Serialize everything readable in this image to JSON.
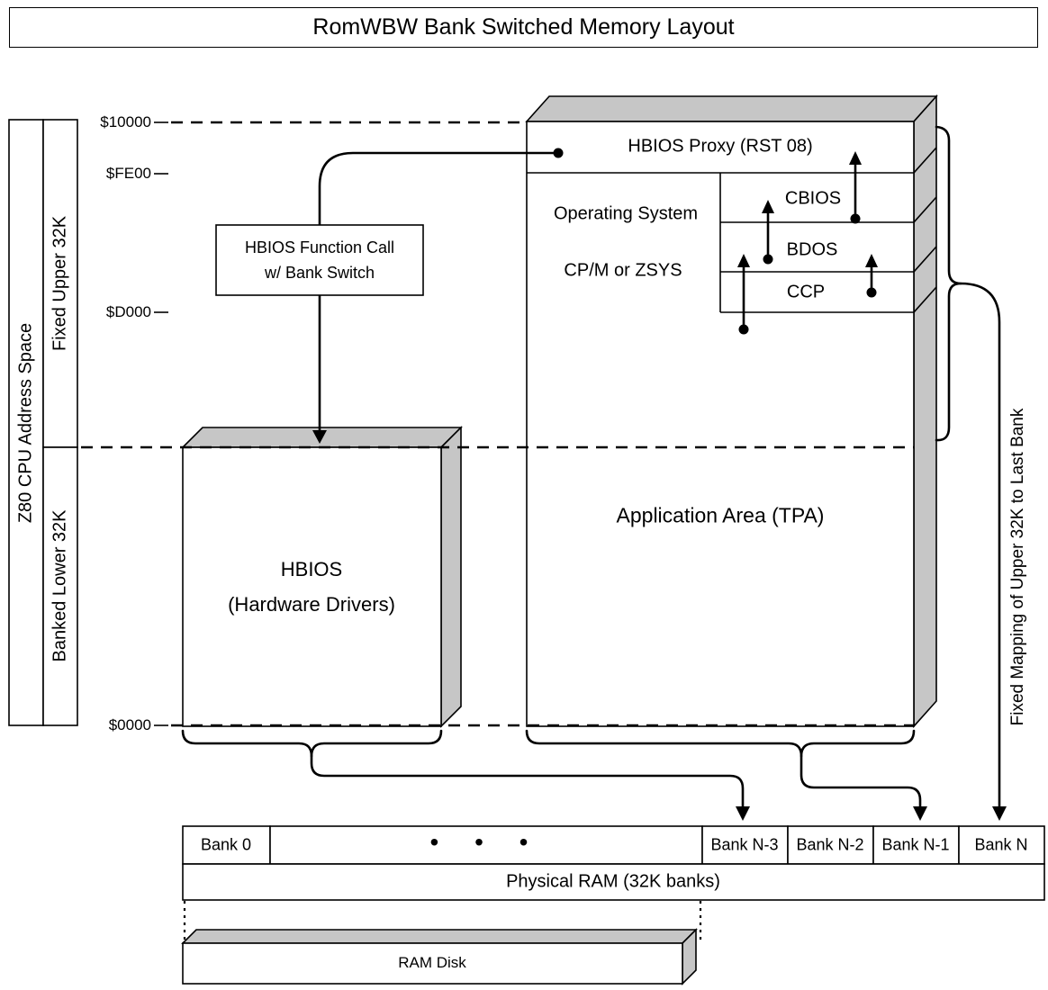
{
  "title": "RomWBW Bank Switched Memory Layout",
  "left_axis": {
    "space_label": "Z80 CPU Address Space",
    "upper_label": "Fixed Upper 32K",
    "lower_label": "Banked Lower 32K",
    "addresses": [
      "$10000",
      "$FE00",
      "$D000",
      "$0000"
    ]
  },
  "memory_map": {
    "proxy_label": "HBIOS Proxy (RST 08)",
    "os_label": "Operating System",
    "os_sublabel": "CP/M or ZSYS",
    "cbios_label": "CBIOS",
    "bdos_label": "BDOS",
    "ccp_label": "CCP",
    "tpa_label": "Application Area (TPA)"
  },
  "hbios_box": {
    "line1": "HBIOS",
    "line2": "(Hardware Drivers)"
  },
  "call_note": {
    "line1": "HBIOS Function Call",
    "line2": "w/ Bank Switch"
  },
  "right_axis": {
    "mapping_label": "Fixed Mapping of Upper 32K to Last Bank"
  },
  "bank_row": {
    "cells": [
      "Bank 0",
      "•  •  •",
      "Bank N-3",
      "Bank N-2",
      "Bank N-1",
      "Bank N"
    ]
  },
  "physical_ram": {
    "label": "Physical RAM (32K banks)"
  },
  "ram_disk": {
    "label": "RAM Disk"
  },
  "colors": {
    "background": "#ffffff",
    "box_face_gray": "#c6c6c6",
    "line": "#000000"
  }
}
